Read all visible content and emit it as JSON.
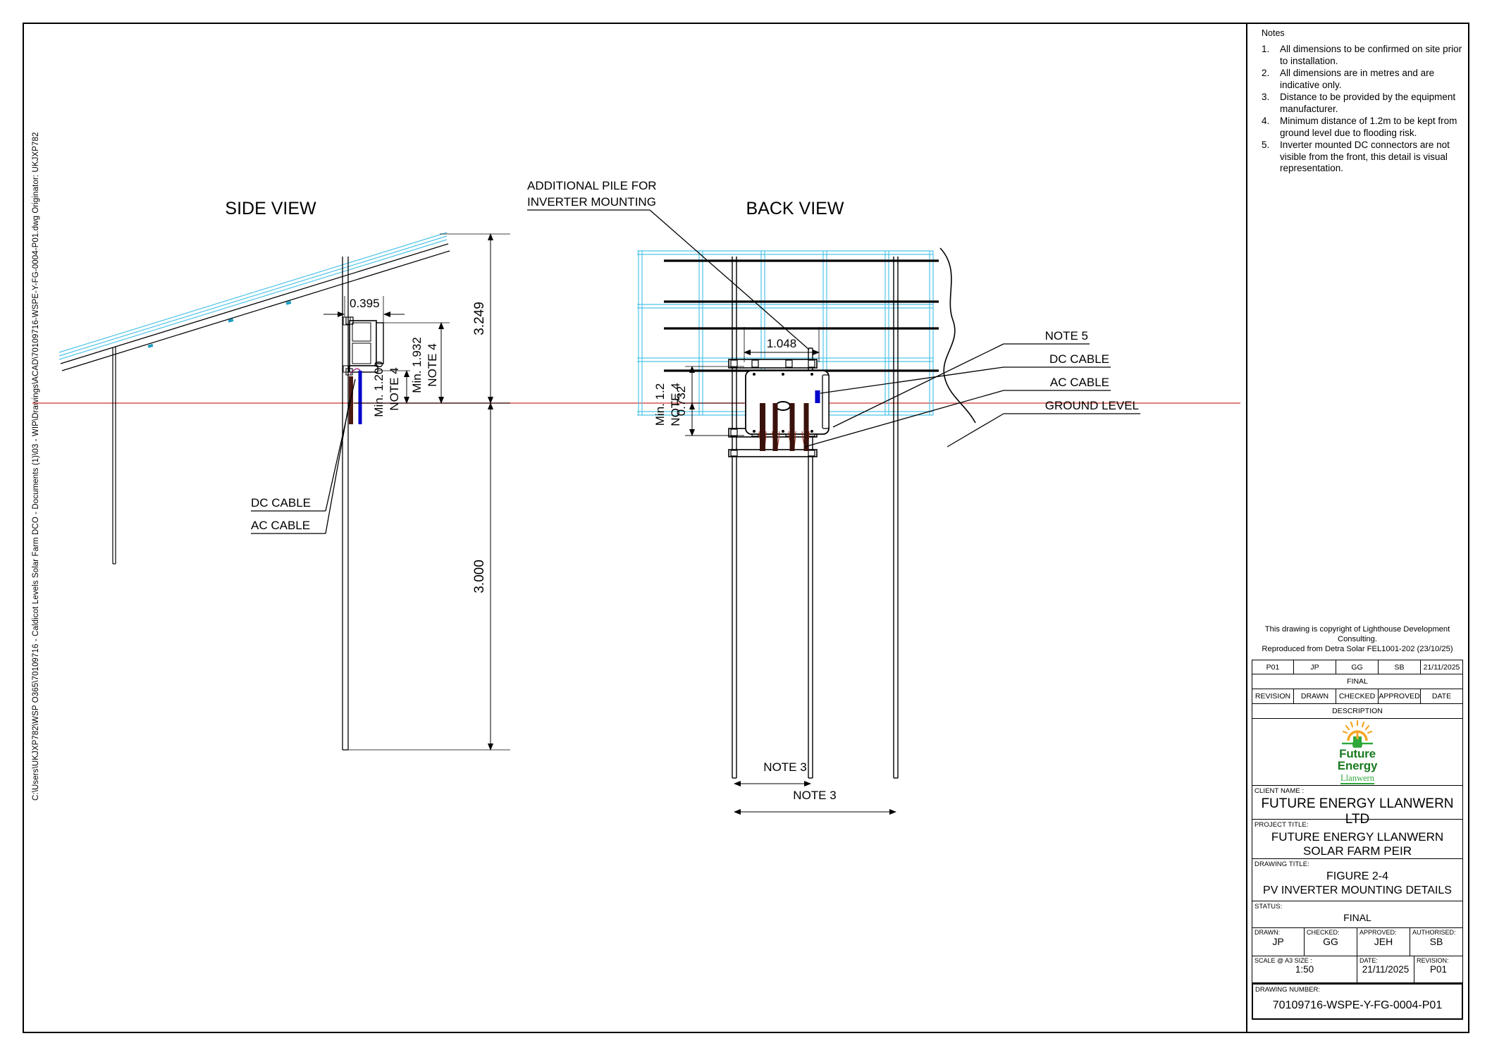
{
  "sheet": {
    "file_path": "C:\\Users\\UKJXP782\\WSP O365\\70109716 - Caldicot Levels Solar Farm DCO - Documents (1)\\03 - WIP\\Drawings\\ACAD\\70109716-WSPE-Y-FG-0004-P01.dwg    Originator: UKJXP782"
  },
  "notes": {
    "title": "Notes",
    "items": [
      {
        "num": "1.",
        "text": "All dimensions to be confirmed on site prior to installation."
      },
      {
        "num": "2.",
        "text": "All dimensions are in metres and are indicative only."
      },
      {
        "num": "3.",
        "text": "Distance to be provided by the equipment manufacturer."
      },
      {
        "num": "4.",
        "text": "Minimum distance of 1.2m to be kept from ground level due to flooding risk."
      },
      {
        "num": "5.",
        "text": "Inverter mounted DC connectors are not visible from the front, this detail is visual representation."
      }
    ]
  },
  "drawing": {
    "side_view": {
      "title": "SIDE VIEW",
      "dim_offset": "0.395",
      "dim_total_height": "3.249",
      "dim_min_clearance": "Min. 1.200",
      "dim_min_clearance_note": "NOTE 4",
      "dim_min_inverter_top": "Min. 1.932",
      "dim_min_inverter_top_note": "NOTE 4",
      "dim_pile_depth": "3.000",
      "label_dc_cable": "DC CABLE",
      "label_ac_cable": "AC CABLE"
    },
    "back_view": {
      "title": "BACK VIEW",
      "label_additional_pile_line1": "ADDITIONAL PILE FOR",
      "label_additional_pile_line2": "INVERTER MOUNTING",
      "dim_width": "1.048",
      "dim_height": "0.732",
      "dim_min_clearance": "Min. 1.2",
      "dim_min_clearance_note": "NOTE 4",
      "label_note5": "NOTE 5",
      "label_dc_cable": "DC CABLE",
      "label_ac_cable": "AC CABLE",
      "label_ground_level": "GROUND LEVEL",
      "dim_pile_spacing_inner": "NOTE 3",
      "dim_pile_spacing_outer": "NOTE 3"
    },
    "colors": {
      "ground_line": "#d9534f",
      "panel_cyan": "#4fc3e8",
      "dc_cable_blue": "#0000cc",
      "ac_cable_brown": "#4a1a12",
      "structure_black": "#000000"
    }
  },
  "title_block": {
    "copyright_line1": "This drawing is copyright of Lighthouse Development Consulting.",
    "copyright_line2": "Reproduced from Detra Solar FEL1001-202 (23/10/25)",
    "revision_entry": {
      "revision": "P01",
      "drawn": "JP",
      "checked": "GG",
      "approved": "SB",
      "date": "21/11/2025"
    },
    "revision_description": "FINAL",
    "revision_headers": {
      "revision": "REVISION",
      "drawn": "DRAWN",
      "checked": "CHECKED",
      "approved": "APPROVED",
      "date": "DATE"
    },
    "description_header": "DESCRIPTION",
    "logo": {
      "line1": "Future",
      "line2": "Energy",
      "line3": "Llanwern"
    },
    "client_name_label": "CLIENT NAME :",
    "client_name": "FUTURE ENERGY LLANWERN LTD",
    "project_title_label": "PROJECT TITLE:",
    "project_title_line1": "FUTURE ENERGY LLANWERN",
    "project_title_line2": "SOLAR FARM PEIR",
    "drawing_title_label": "DRAWING TITLE:",
    "drawing_title_line1": "FIGURE 2-4",
    "drawing_title_line2": "PV INVERTER MOUNTING  DETAILS",
    "status_label": "STATUS:",
    "status_value": "FINAL",
    "drawn_label": "DRAWN:",
    "drawn_value": "JP",
    "checked_label": "CHECKED:",
    "checked_value": "GG",
    "approved_label": "APPROVED:",
    "approved_value": "JEH",
    "authorised_label": "AUTHORISED:",
    "authorised_value": "SB",
    "scale_label": "SCALE @ A3 SIZE :",
    "scale_value": "1:50",
    "date_label": "DATE:",
    "date_value": "21/11/2025",
    "revision_label": "REVISION:",
    "revision_value": "P01",
    "drawing_number_label": "DRAWING NUMBER:",
    "drawing_number_value": "70109716-WSPE-Y-FG-0004-P01"
  }
}
